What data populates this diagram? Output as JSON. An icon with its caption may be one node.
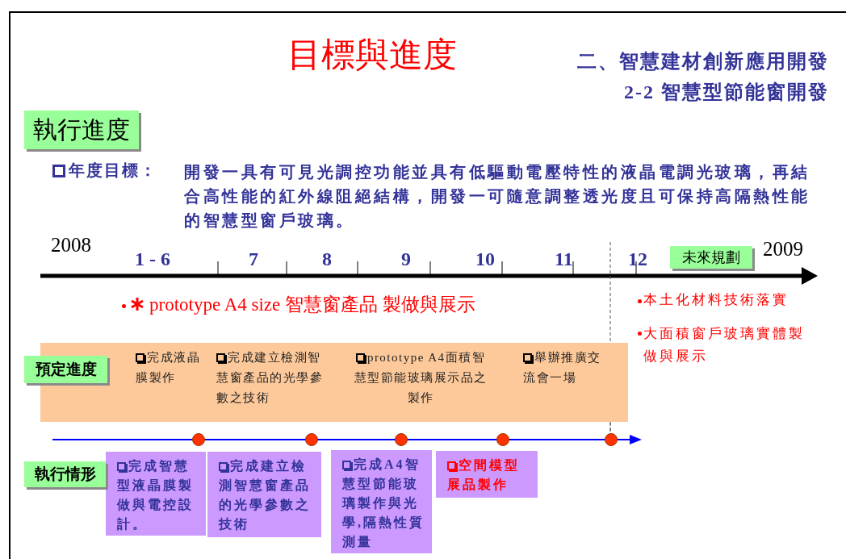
{
  "diagram": {
    "title": "目標與進度",
    "nodes": [
      {
        "text": [
          "執行進度"
        ]
      },
      {
        "text": [
          "未來規劃"
        ]
      },
      {
        "text": [
          "預定進度"
        ]
      },
      {
        "text": [
          "完成液晶膜製作",
          "完成建立檢測智慧窗產品的光學參數之技術",
          "prototype A4面積智慧型節能玻璃展示品之製作",
          "舉辦推廣交流會一場"
        ]
      },
      {
        "text": [
          "執行情形"
        ]
      },
      {
        "text": [
          "完成智慧型液晶膜製做與電控設計。"
        ]
      },
      {
        "text": [
          "完成建立檢測智慧窗產品的光學參數之技術"
        ]
      },
      {
        "text": [
          "完成A4智慧型節能玻璃製作與光學,隔熱性質測量"
        ]
      },
      {
        "text": [
          "空間模型展品製作"
        ]
      }
    ],
    "labels": [
      "二、智慧建材創新應用開發",
      "2-2 智慧型節能窗開發",
      "年度目標：",
      "開發一具有可見光調控功能並具有低驅動電壓特性的液晶電調光玻璃，再結合高性能的紅外線阻絕結構，開發一可隨意調整透光度且可保持高隔熱性能的智慧型窗戶玻璃。",
      "2008",
      "1 - 6",
      "7",
      "8",
      "9",
      "10",
      "11",
      "12",
      "2009",
      "prototype A4 size 智慧窗產品 製做與展示",
      "本土化材料技術落實",
      "大面積窗戶玻璃實體製做與展示"
    ]
  }
}
